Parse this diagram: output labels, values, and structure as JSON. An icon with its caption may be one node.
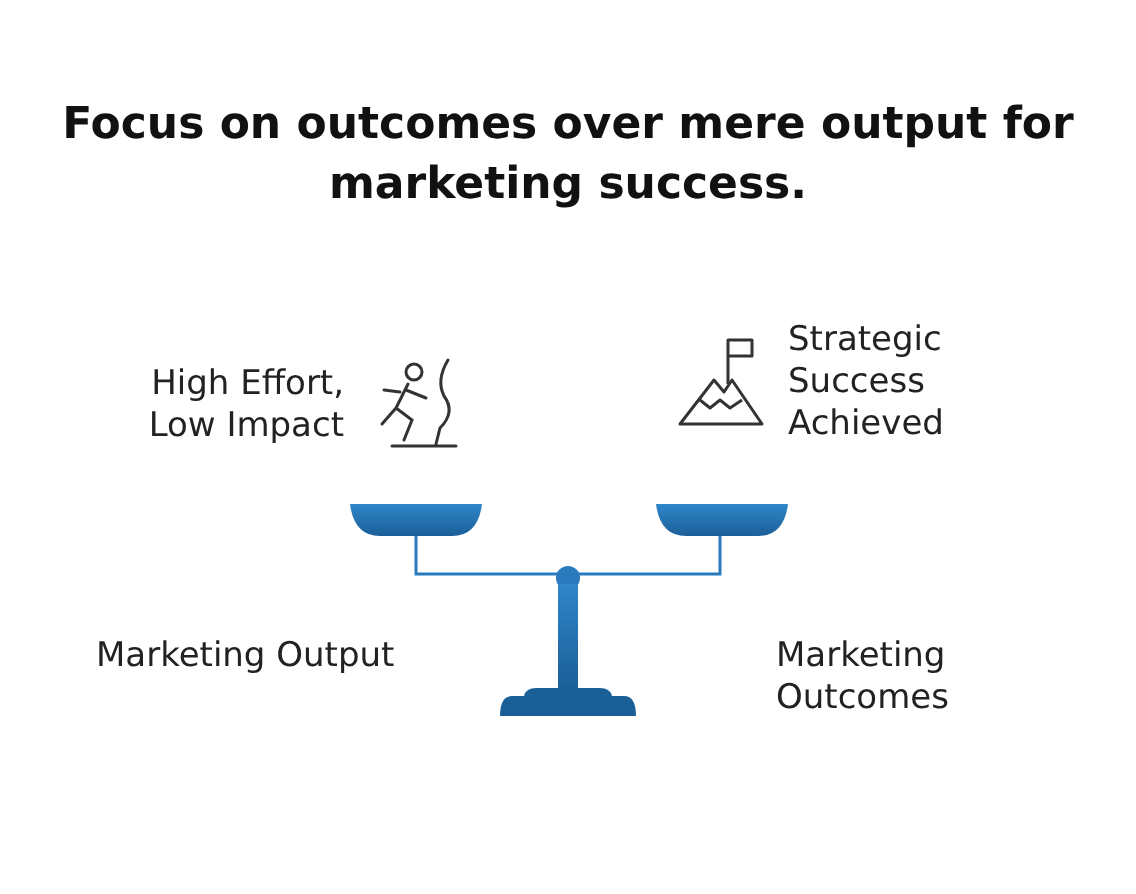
{
  "diagram": {
    "title": "Focus on outcomes over mere output for marketing success.",
    "labels": [
      "High Effort, Low Impact",
      "Strategic Success Achieved",
      "Marketing Output",
      "Marketing Outcomes"
    ]
  }
}
